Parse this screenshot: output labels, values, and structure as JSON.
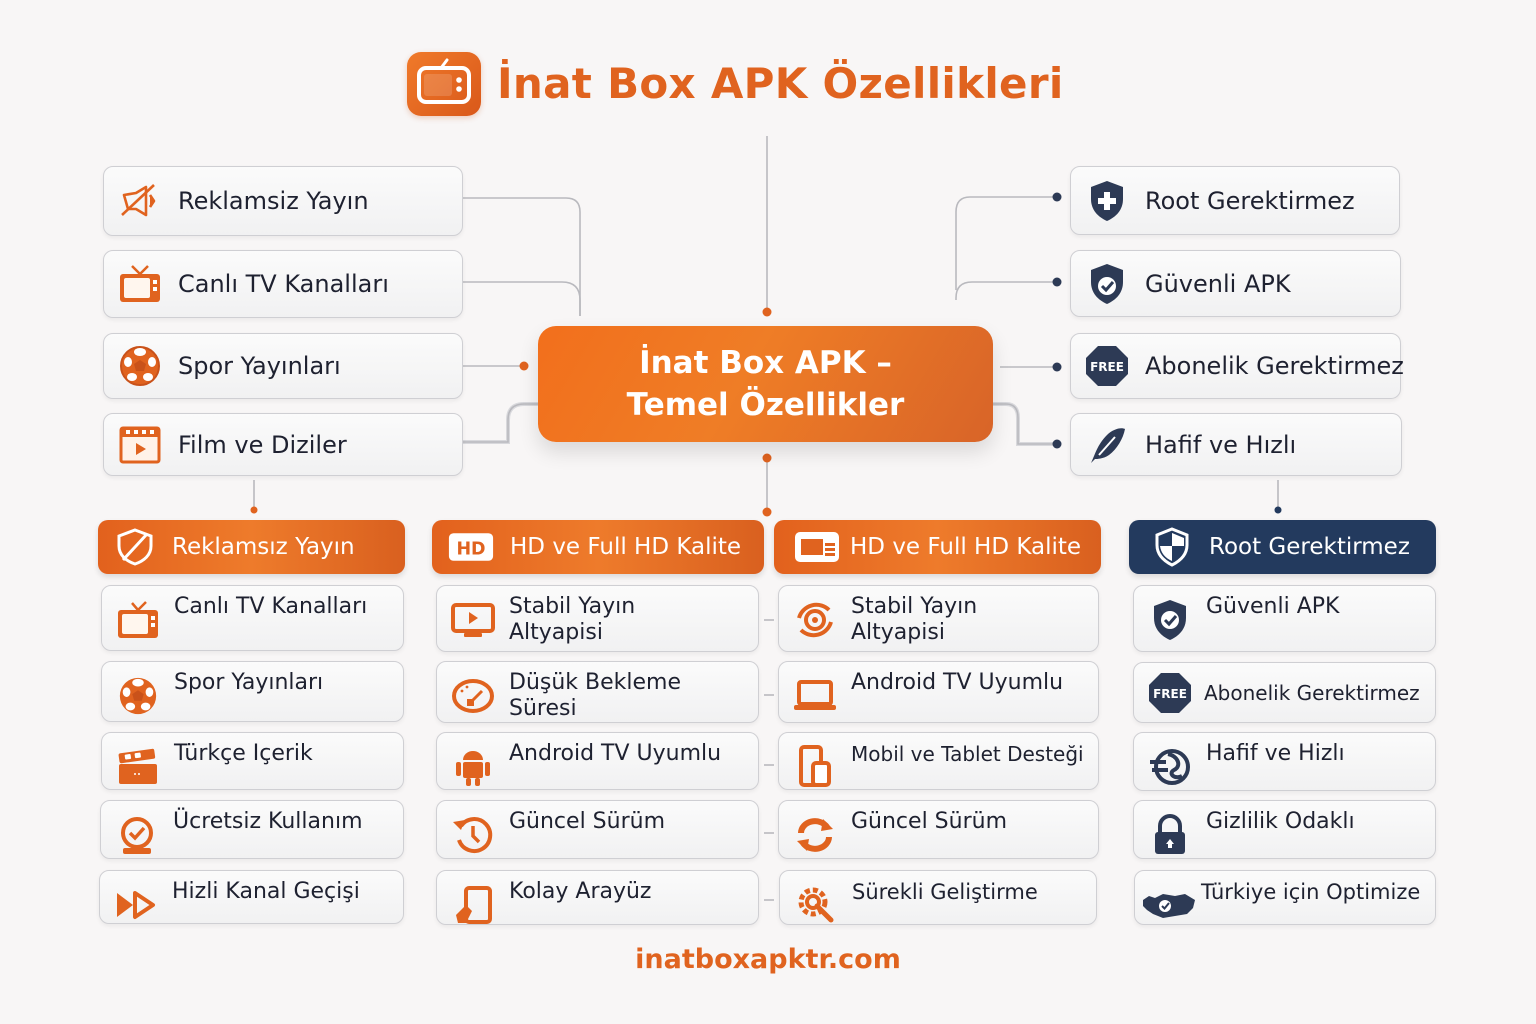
{
  "header": {
    "logo_icon": "tv-icon",
    "title": "İnat Box APK  Özellikleri"
  },
  "center_node": {
    "line1": "İnat Box APK –",
    "line2": "Temel Özellikler"
  },
  "left_features": [
    {
      "label": "Reklamsiz Yayın",
      "icon": "muted-megaphone-icon"
    },
    {
      "label": "Canlı TV Kanalları",
      "icon": "tv-icon"
    },
    {
      "label": "Spor Yayınları",
      "icon": "soccer-ball-icon"
    },
    {
      "label": "Film ve Diziler",
      "icon": "film-play-icon"
    }
  ],
  "right_features": [
    {
      "label": "Root Gerektirmez",
      "icon": "shield-plus-icon"
    },
    {
      "label": "Güvenli APK",
      "icon": "shield-check-icon"
    },
    {
      "label": "Abonelik Gerektirmez",
      "icon": "free-badge-icon",
      "badge_text": "FREE"
    },
    {
      "label": "Hafif ve Hızlı",
      "icon": "feather-icon"
    }
  ],
  "columns": [
    {
      "header": "Reklamsız Yayın",
      "header_icon": "no-ads-shield-icon",
      "color": "#e2611d",
      "items": [
        {
          "label": "Canlı TV Kanalları",
          "icon": "tv-icon"
        },
        {
          "label": "Spor Yayınları",
          "icon": "soccer-ball-icon"
        },
        {
          "label": "Türkçe Içerik",
          "icon": "clapperboard-icon"
        },
        {
          "label": "Ücretsiz Kullanım",
          "icon": "check-clock-icon"
        },
        {
          "label": "Hizli Kanal Geçişi",
          "icon": "fast-forward-icon"
        }
      ]
    },
    {
      "header": "HD ve Full HD Kalite",
      "header_icon": "hd-badge-icon",
      "header_badge": "HD",
      "color": "#ee7b2b",
      "items": [
        {
          "label": "Stabil Yayın Altyapisi",
          "line1": "Stabil Yayın",
          "line2": "Altyapisi",
          "icon": "monitor-play-icon"
        },
        {
          "label": "Düşük Bekleme Süresi",
          "line1": "Düşük Bekleme",
          "line2": "Süresi",
          "icon": "speedometer-icon"
        },
        {
          "label": "Android TV Uyumlu",
          "icon": "android-icon"
        },
        {
          "label": "Güncel Sürüm",
          "icon": "history-clock-icon"
        },
        {
          "label": "Kolay Arayüz",
          "icon": "touch-tablet-icon"
        }
      ]
    },
    {
      "header": "HD ve Full HD Kalite",
      "header_icon": "screen-cast-icon",
      "color": "#e96f24",
      "items": [
        {
          "label": "Stabil Yayın Altyapisi",
          "line1": "Stabil Yayın",
          "line2": "Altyapisi",
          "icon": "sync-target-icon"
        },
        {
          "label": "Android TV Uyumlu",
          "icon": "laptop-icon"
        },
        {
          "label": "Mobil ve Tablet Desteği",
          "icon": "phone-tablet-icon"
        },
        {
          "label": "Güncel Sürüm",
          "icon": "refresh-icon"
        },
        {
          "label": "Sürekli Geliştirme",
          "icon": "gear-wrench-icon"
        }
      ]
    },
    {
      "header": "Root Gerektirmez",
      "header_icon": "shield-quartered-icon",
      "color": "#233a5e",
      "items": [
        {
          "label": "Güvenli APK",
          "icon": "shield-check-icon"
        },
        {
          "label": "Abonelik Gerektirmez",
          "icon": "free-badge-icon",
          "badge_text": "FREE"
        },
        {
          "label": "Hafif ve Hizlı",
          "icon": "speed-globe-icon"
        },
        {
          "label": "Gizlilik Odaklı",
          "icon": "padlock-icon"
        },
        {
          "label": "Türkiye için Optimize",
          "icon": "turkey-map-check-icon"
        }
      ]
    }
  ],
  "footer": {
    "url": "inatboxapktr.com"
  },
  "colors": {
    "accent_orange": "#e0631f",
    "navy": "#233a5e",
    "background": "#f8f6f6",
    "connector": "#b9b9be"
  }
}
